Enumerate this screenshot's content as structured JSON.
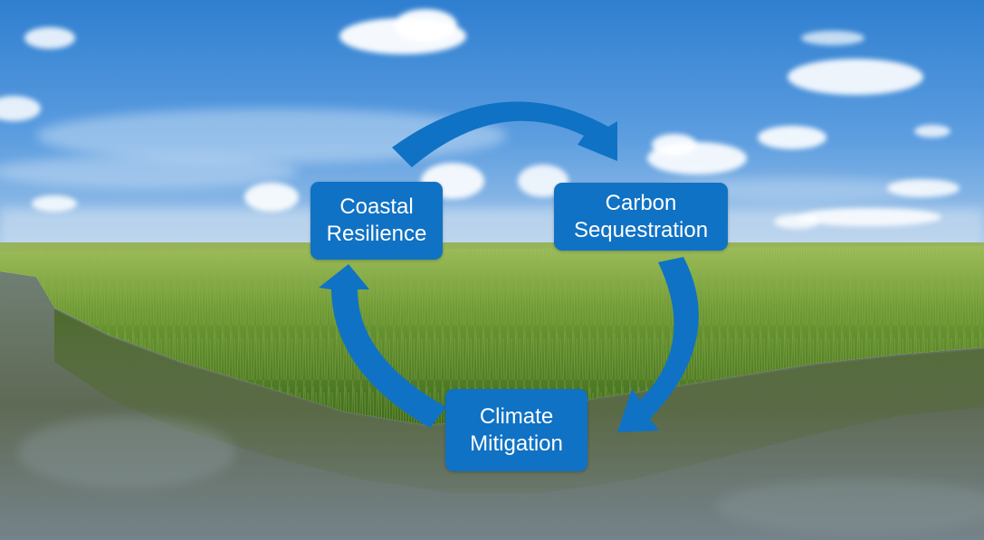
{
  "colors": {
    "box_fill": "#1072c4",
    "arrow_fill": "#1072c4",
    "box_text": "#ffffff"
  },
  "diagram": {
    "type": "cycle",
    "nodes": [
      {
        "id": "coastal",
        "lines": [
          "Coastal",
          "Resilience"
        ]
      },
      {
        "id": "carbon",
        "lines": [
          "Carbon",
          "Sequestration"
        ]
      },
      {
        "id": "climate",
        "lines": [
          "Climate",
          "Mitigation"
        ]
      }
    ],
    "edges": [
      {
        "from": "coastal",
        "to": "carbon"
      },
      {
        "from": "carbon",
        "to": "climate"
      },
      {
        "from": "climate",
        "to": "coastal"
      }
    ]
  },
  "background": {
    "scene": [
      "sky",
      "clouds",
      "salt-marsh-grass",
      "tidal-water-channel"
    ]
  }
}
